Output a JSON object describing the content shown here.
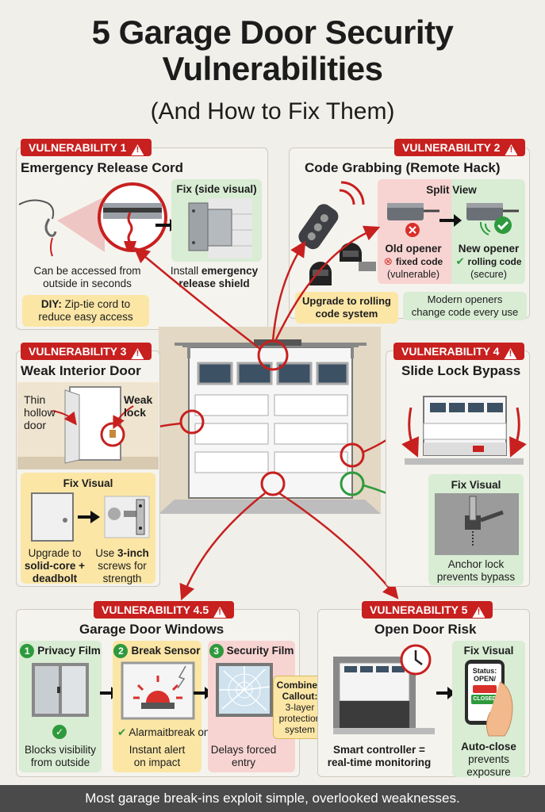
{
  "header": {
    "title_line1": "5 Garage Door Security",
    "title_line2": "Vulnerabilities",
    "subtitle": "(And How to Fix Them)"
  },
  "v1": {
    "badge": "VULNERABILITY 1",
    "heading": "Emergency Release Cord",
    "fix_label": "Fix (side visual)",
    "caption_left_1": "Can be accessed from",
    "caption_left_2": "outside in seconds",
    "caption_right_1": "Install",
    "caption_right_bold": "emergency",
    "caption_right_2": "release shield",
    "diy_bold": "DIY:",
    "diy_1": "Zip-tie cord to",
    "diy_2": "reduce easy access"
  },
  "v2": {
    "badge": "VULNERABILITY 2",
    "heading": "Code Grabbing (Remote Hack)",
    "split_view": "Split View",
    "old_opener": "Old opener",
    "old_code": "fixed code",
    "old_note": "(vulnerable)",
    "new_opener": "New opener",
    "new_code": "rolling code",
    "new_note": "(secure)",
    "upgrade_1": "Upgrade to rolling",
    "upgrade_2": "code system",
    "modern_1": "Modern openers",
    "modern_2": "change code every use"
  },
  "v3": {
    "badge": "VULNERABILITY 3",
    "heading": "Weak Interior Door",
    "thin_1": "Thin",
    "thin_2": "hollow",
    "thin_3": "door",
    "weak_1": "Weak",
    "weak_2": "lock",
    "fix_visual": "Fix Visual",
    "cap_left_1": "Upgrade to",
    "cap_left_2": "solid-core +",
    "cap_left_3": "deadbolt",
    "cap_right_1": "Use",
    "cap_right_bold": "3-inch",
    "cap_right_2": "screws for",
    "cap_right_3": "strength"
  },
  "v4": {
    "badge": "VULNERABILITY 4",
    "heading": "Slide Lock Bypass",
    "fix_visual": "Fix Visual",
    "cap_1": "Anchor lock",
    "cap_2": "prevents bypass"
  },
  "v45": {
    "badge": "VULNERABILITY 4.5",
    "heading": "Garage Door Windows",
    "step1": "Privacy Film",
    "step2": "Break Sensor",
    "step3": "Security Film",
    "n1": "1",
    "n2": "2",
    "n3": "3",
    "cap1_1": "Blocks visibility",
    "cap1_2": "from outside",
    "alarm": "Alarmaitbreak on system",
    "cap2_1": "Instant alert",
    "cap2_2": "on impact",
    "cap3_1": "Delays forced",
    "cap3_2": "entry",
    "combined_1": "Combined",
    "combined_2": "Callout:",
    "combined_3": "3-layer",
    "combined_4": "protection",
    "combined_5": "system"
  },
  "v5": {
    "badge": "VULNERABILITY 5",
    "heading": "Open Door Risk",
    "fix_visual": "Fix Visual",
    "status_1": "Status:",
    "status_2": "OPEN/",
    "closed": "CLOSED",
    "cap_left_1": "Smart controller =",
    "cap_left_2": "real-time monitoring",
    "cap_right_1": "Auto-close",
    "cap_right_2": "prevents",
    "cap_right_3": "exposure"
  },
  "footer": {
    "text": "Most garage break-ins exploit simple, overlooked weaknesses."
  },
  "colors": {
    "red": "#c7201f",
    "green": "#2e9a3d",
    "yellow": "#fbe6a6",
    "lightgreen": "#d9ecd4",
    "pink": "#f7d4d2",
    "background": "#f1efe9"
  }
}
